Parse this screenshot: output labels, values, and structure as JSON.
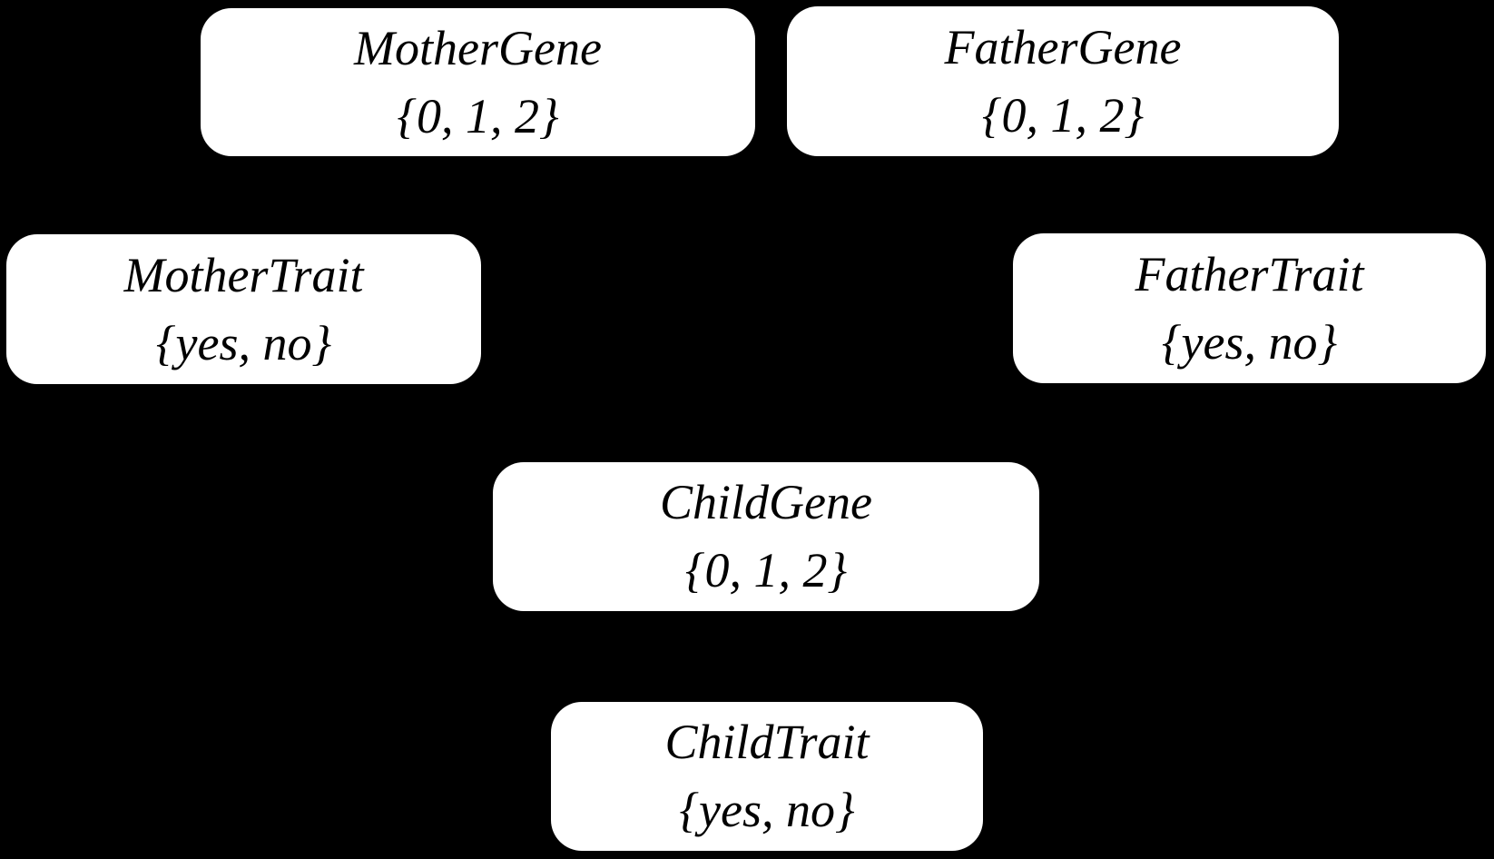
{
  "diagram": {
    "colors": {
      "background": "#000000",
      "node_fill": "#ffffff",
      "node_text": "#000000"
    },
    "nodes": [
      {
        "id": "mother-gene",
        "label": "MotherGene",
        "values": "{0, 1, 2}"
      },
      {
        "id": "father-gene",
        "label": "FatherGene",
        "values": "{0, 1, 2}"
      },
      {
        "id": "mother-trait",
        "label": "MotherTrait",
        "values": "{yes, no}"
      },
      {
        "id": "father-trait",
        "label": "FatherTrait",
        "values": "{yes, no}"
      },
      {
        "id": "child-gene",
        "label": "ChildGene",
        "values": "{0, 1, 2}"
      },
      {
        "id": "child-trait",
        "label": "ChildTrait",
        "values": "{yes, no}"
      }
    ]
  }
}
